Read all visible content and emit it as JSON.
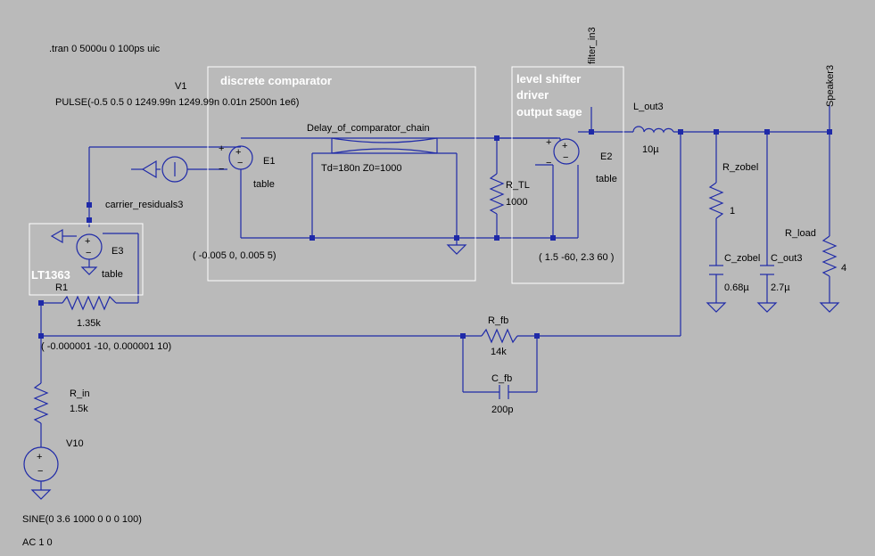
{
  "directive": ".tran 0 5000u 0 100ps uic",
  "v1": {
    "name": "V1",
    "value": "PULSE(-0.5 0.5 0 1249.99n 1249.99n 0.01n 2500n 1e6)"
  },
  "blocks": {
    "comparator": "discrete comparator",
    "driver": [
      "level shifter",
      "driver",
      "output sage"
    ],
    "opamp": "LT1363"
  },
  "nets": {
    "filter": "filter_in3",
    "speaker": "Speaker3",
    "carrier": "carrier_residuals3"
  },
  "components": {
    "e1": {
      "name": "E1",
      "value": "table",
      "table": "( -0.005 0, 0.005 5)"
    },
    "e2": {
      "name": "E2",
      "value": "table",
      "table": "( 1.5 -60, 2.3 60 )"
    },
    "e3": {
      "name": "E3",
      "value": "table",
      "table": "( -0.000001 -10, 0.000001 10)"
    },
    "tline": {
      "name": "Delay_of_comparator_chain",
      "value": "Td=180n Z0=1000"
    },
    "r_tl": {
      "name": "R_TL",
      "value": "1000"
    },
    "r1": {
      "name": "R1",
      "value": "1.35k"
    },
    "l_out": {
      "name": "L_out3",
      "value": "10µ"
    },
    "r_zobel": {
      "name": "R_zobel",
      "value": "1"
    },
    "c_zobel": {
      "name": "C_zobel",
      "value": "0.68µ"
    },
    "c_out": {
      "name": "C_out3",
      "value": "2.7µ"
    },
    "r_load": {
      "name": "R_load",
      "value": "4"
    },
    "r_fb": {
      "name": "R_fb",
      "value": "14k"
    },
    "c_fb": {
      "name": "C_fb",
      "value": "200p"
    },
    "r_in": {
      "name": "R_in",
      "value": "1.5k"
    },
    "v10": {
      "name": "V10",
      "value": "SINE(0 3.6 1000 0 0 0 100)",
      "ac": "AC 1 0"
    }
  },
  "colors": {
    "background": "#bababa",
    "wire": "#1f2aa8",
    "text": "#000000",
    "block_label": "#ffffff"
  }
}
